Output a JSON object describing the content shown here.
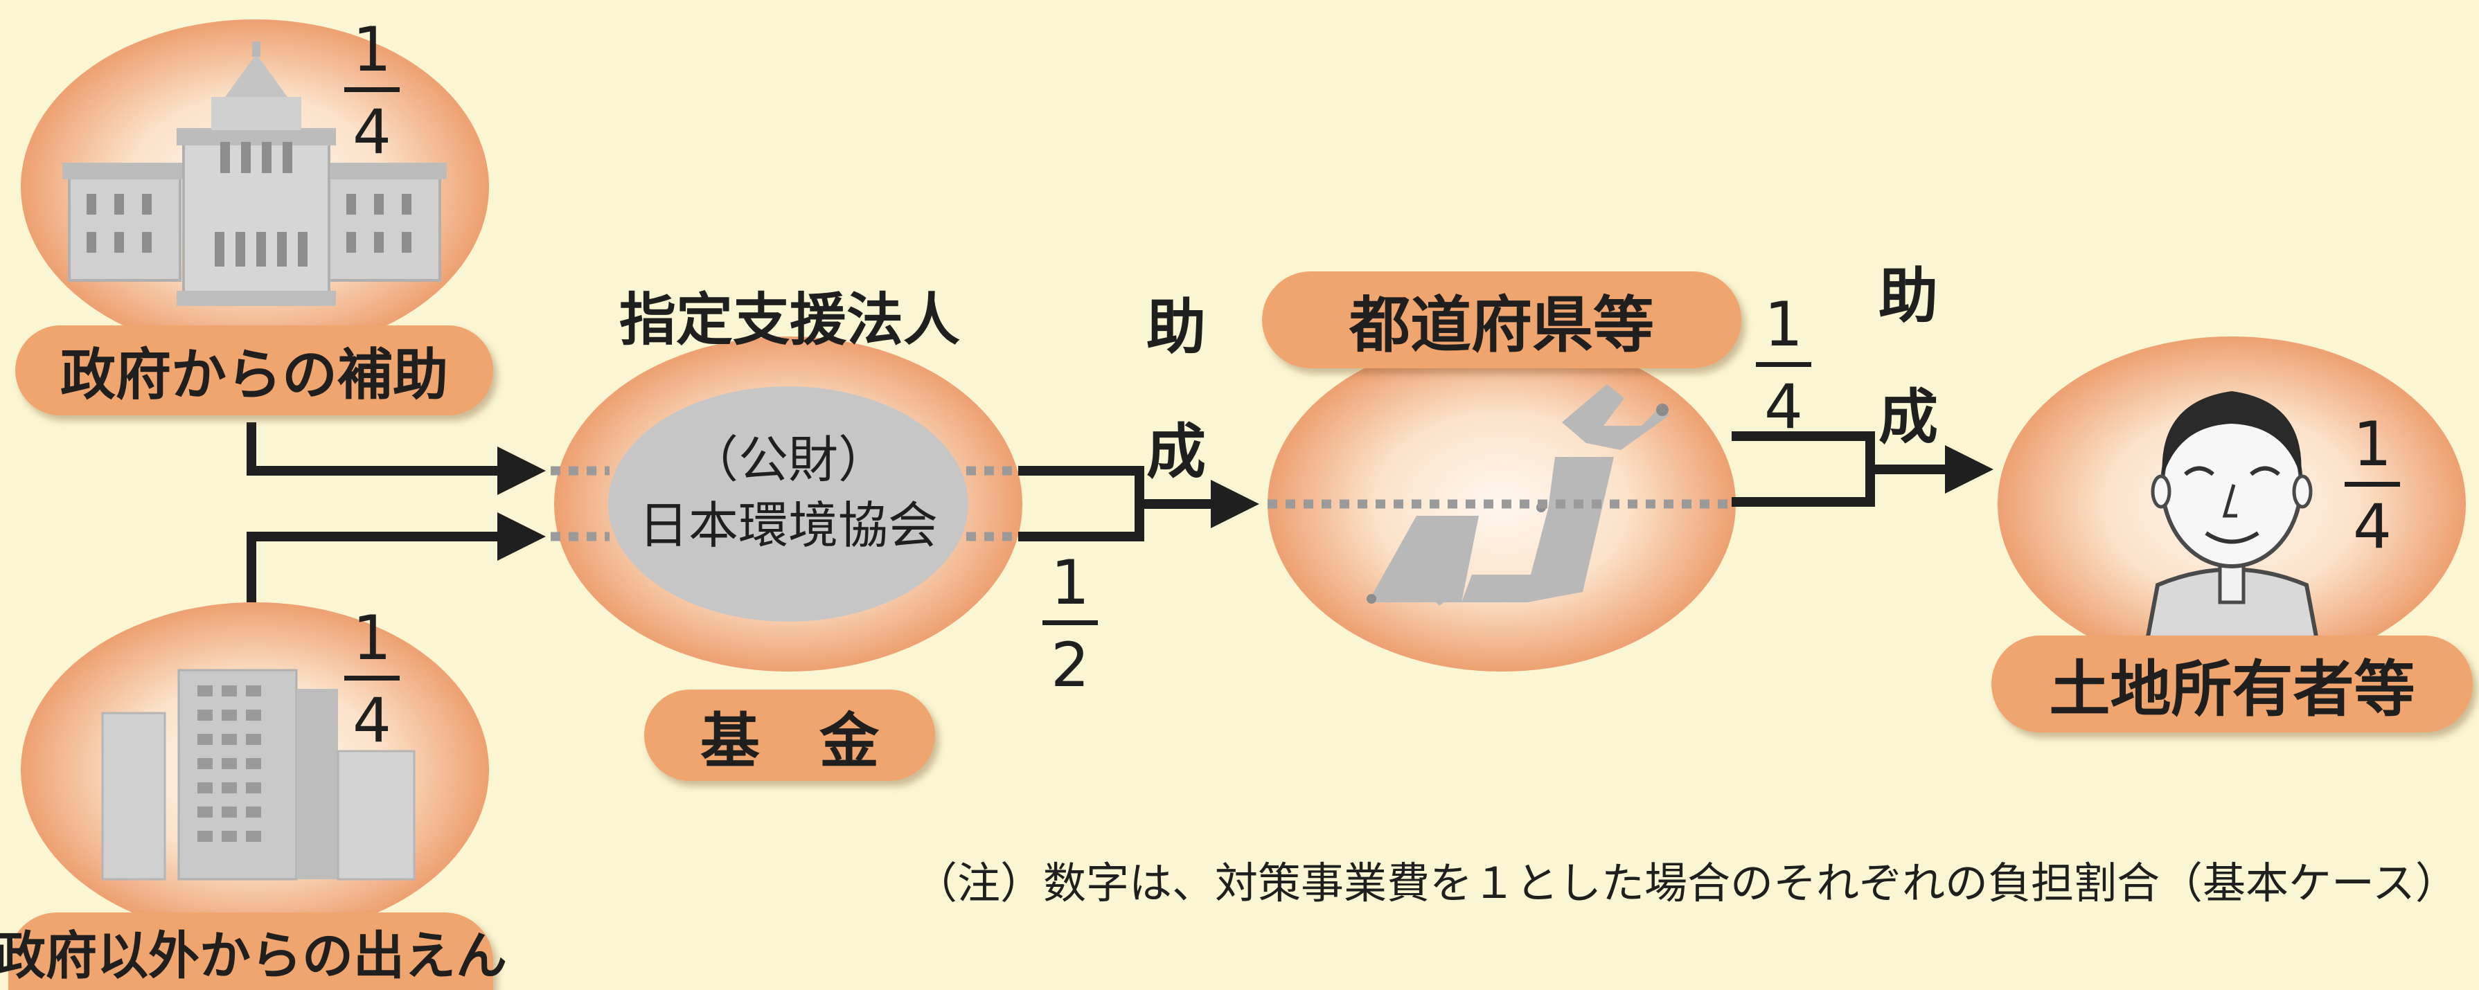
{
  "nodes": {
    "gov_subsidy": {
      "label": "政府からの補助",
      "share": {
        "numerator": "1",
        "denominator": "4"
      }
    },
    "non_gov": {
      "label": "政府以外からの出えん",
      "share": {
        "numerator": "1",
        "denominator": "4"
      }
    },
    "designated_corp": {
      "heading": "指定支援法人",
      "name_line1": "（公財）",
      "name_line2": "日本環境協会",
      "fund_label": "基　金",
      "share": {
        "numerator": "1",
        "denominator": "2"
      }
    },
    "prefecture": {
      "label": "都道府県等",
      "share": {
        "numerator": "1",
        "denominator": "4"
      }
    },
    "landowner": {
      "label": "土地所有者等",
      "share": {
        "numerator": "1",
        "denominator": "4"
      }
    }
  },
  "arrows": {
    "grant_1": {
      "char1": "助",
      "char2": "成"
    },
    "grant_2": {
      "char1": "助",
      "char2": "成"
    }
  },
  "note": "（注）数字は、対策事業費を１とした場合のそれぞれの負担割合（基本ケース）",
  "colors": {
    "background": "#faf6d3",
    "pill": "#f0a56e",
    "circle_edge": "#eea071",
    "circle_center": "#fff8ef",
    "gray_shape": "#c8c8c8",
    "line": "#1f1f1f"
  }
}
